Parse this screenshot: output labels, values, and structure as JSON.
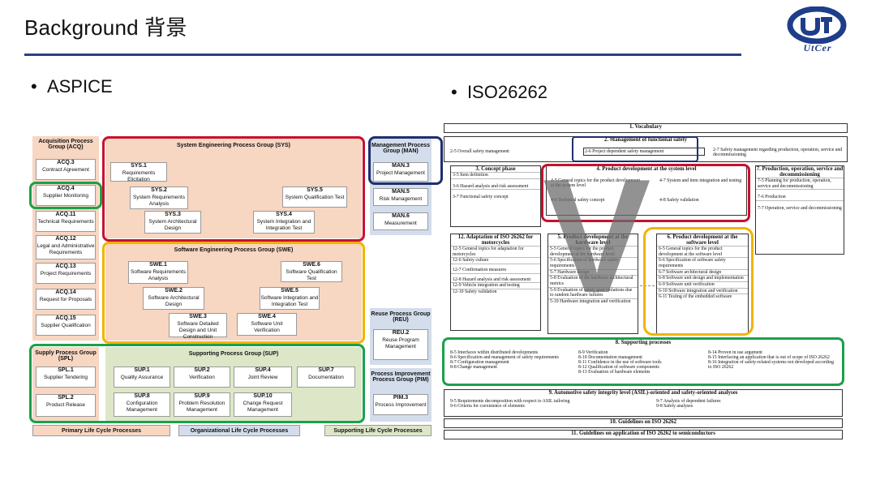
{
  "header": {
    "title": "Background 背景",
    "logo_text": "UtCer"
  },
  "bullets": {
    "left": "ASPICE",
    "right": "ISO26262"
  },
  "colors": {
    "red": "#c8102e",
    "yellow": "#f2b300",
    "green": "#1aa14a",
    "navy": "#1f2f6e",
    "rule": "#2b3f86"
  },
  "aspice": {
    "acq": {
      "title": "Acquisition Process Group (ACQ)",
      "items": [
        {
          "code": "ACQ.3",
          "name": "Contract Agreement"
        },
        {
          "code": "ACQ.4",
          "name": "Supplier Monitoring"
        },
        {
          "code": "ACQ.11",
          "name": "Technical Requirements"
        },
        {
          "code": "ACQ.12",
          "name": "Legal and Administrative Requirements"
        },
        {
          "code": "ACQ.13",
          "name": "Project Requirements"
        },
        {
          "code": "ACQ.14",
          "name": "Request for Proposals"
        },
        {
          "code": "ACQ.15",
          "name": "Supplier Qualification"
        }
      ]
    },
    "sys": {
      "title": "System Engineering Process Group (SYS)",
      "items": [
        {
          "code": "SYS.1",
          "name": "Requirements Elicitation"
        },
        {
          "code": "SYS.2",
          "name": "System Requirements Analysis"
        },
        {
          "code": "SYS.3",
          "name": "System Architectural Design"
        },
        {
          "code": "SYS.4",
          "name": "System Integration and Integration Test"
        },
        {
          "code": "SYS.5",
          "name": "System Qualification Test"
        }
      ]
    },
    "swe": {
      "title": "Software Engineering Process Group (SWE)",
      "items": [
        {
          "code": "SWE.1",
          "name": "Software Requirements Analysis"
        },
        {
          "code": "SWE.2",
          "name": "Software Architectural Design"
        },
        {
          "code": "SWE.3",
          "name": "Software Detailed Design and Unit Construction"
        },
        {
          "code": "SWE.4",
          "name": "Software Unit Verification"
        },
        {
          "code": "SWE.5",
          "name": "Software Integration and Integration Test"
        },
        {
          "code": "SWE.6",
          "name": "Software Qualification Test"
        }
      ]
    },
    "man": {
      "title": "Management Process Group (MAN)",
      "items": [
        {
          "code": "MAN.3",
          "name": "Project Management"
        },
        {
          "code": "MAN.5",
          "name": "Risk Management"
        },
        {
          "code": "MAN.6",
          "name": "Measurement"
        }
      ]
    },
    "reu": {
      "title": "Reuse Process Group (REU)",
      "items": [
        {
          "code": "REU.2",
          "name": "Reuse Program Management"
        }
      ]
    },
    "pim": {
      "title": "Process Improvement Process Group (PIM)",
      "items": [
        {
          "code": "PIM.3",
          "name": "Process Improvement"
        }
      ]
    },
    "spl": {
      "title": "Supply Process Group (SPL)",
      "items": [
        {
          "code": "SPL.1",
          "name": "Supplier Tendering"
        },
        {
          "code": "SPL.2",
          "name": "Product Release"
        }
      ]
    },
    "sup": {
      "title": "Supporting Process Group (SUP)",
      "items": [
        {
          "code": "SUP.1",
          "name": "Quality Assurance"
        },
        {
          "code": "SUP.2",
          "name": "Verification"
        },
        {
          "code": "SUP.4",
          "name": "Joint Review"
        },
        {
          "code": "SUP.7",
          "name": "Documentation"
        },
        {
          "code": "SUP.8",
          "name": "Configuration Management"
        },
        {
          "code": "SUP.9",
          "name": "Problem Resolution Management"
        },
        {
          "code": "SUP.10",
          "name": "Change Request Management"
        }
      ]
    },
    "footers": {
      "primary": "Primary Life Cycle Processes",
      "organizational": "Organizational Life Cycle Processes",
      "supporting": "Supporting Life Cycle Processes"
    }
  },
  "iso": {
    "p1": "1. Vocabulary",
    "p2": {
      "title": "2. Management of functional safety",
      "items": [
        "2-5 Overall safety management",
        "2-6 Project dependent safety management",
        "2-7 Safety management regarding production, operation, service and decommissioning"
      ]
    },
    "p3": {
      "title": "3. Concept phase",
      "items": [
        "3-5 Item definition",
        "3-6 Hazard analysis and risk assessment",
        "3-7 Functional safety concept"
      ]
    },
    "p4": {
      "title": "4. Product development at the system level",
      "items": [
        "4-5 General topics for the product development at the system level",
        "4-6 Technical safety concept",
        "4-7 System and item integration and testing",
        "4-8 Safety validation"
      ]
    },
    "p7": {
      "title": "7. Production, operation, service and decommissioning",
      "items": [
        "7-5 Planning for production, operation, service and decommissioning",
        "7-6 Production",
        "7-7 Operation, service and decommissioning"
      ]
    },
    "p12": {
      "title": "12. Adaptation of ISO 26262 for motorcycles",
      "items": [
        "12-5 General topics for adaptation for motorcycles",
        "12-6 Safety culture",
        "12-7 Confirmation measures",
        "12-8 Hazard analysis and risk assessment",
        "12-9 Vehicle integration and testing",
        "12-10 Safety validation"
      ]
    },
    "p5": {
      "title": "5. Product development at the hardware level",
      "items": [
        "5-5 General topics for the product development at the hardware level",
        "5-6 Specification of hardware safety requirements",
        "5-7 Hardware design",
        "5-8 Evaluation of the hardware architectural metrics",
        "5-9 Evaluation of safety goal violations due to random hardware failures",
        "5-10 Hardware integration and verification"
      ]
    },
    "p6": {
      "title": "6. Product development at the software level",
      "items": [
        "6-5 General topics for the product development at the software level",
        "6-6 Specification of software safety requirements",
        "6-7 Software architectural design",
        "6-8 Software unit design and implementation",
        "6-9 Software unit verification",
        "6-10 Software integration and verification",
        "6-11 Testing of the embedded software"
      ]
    },
    "p8": {
      "title": "8. Supporting processes",
      "col1": [
        "8-5 Interfaces within distributed developments",
        "8-6 Specification and management of safety requirements",
        "8-7 Configuration management",
        "8-8 Change management"
      ],
      "col2": [
        "8-9 Verification",
        "8-10 Documentation management",
        "8-11 Confidence in the use of software tools",
        "8-12 Qualification of software components",
        "8-13 Evaluation of hardware elements"
      ],
      "col3": [
        "8-14 Proven in use argument",
        "8-15 Interfacing an application that is out of scope of ISO 26262",
        "8-16 Integration of safety-related systems not developed according to ISO 26262"
      ]
    },
    "p9": {
      "title": "9. Automotive safety integrity level (ASIL)-oriented and safety-oriented analyses",
      "items": [
        "9-5 Requirements decomposition with respect to ASIL tailoring",
        "9-6 Criteria for coexistence of elements",
        "9-7 Analysis of dependent failures",
        "9-8 Safety analyses"
      ]
    },
    "p10": "10. Guidelines on ISO 26262",
    "p11": "11. Guidelines on application of ISO 26262 to semiconductors",
    "big_letter": "V"
  }
}
